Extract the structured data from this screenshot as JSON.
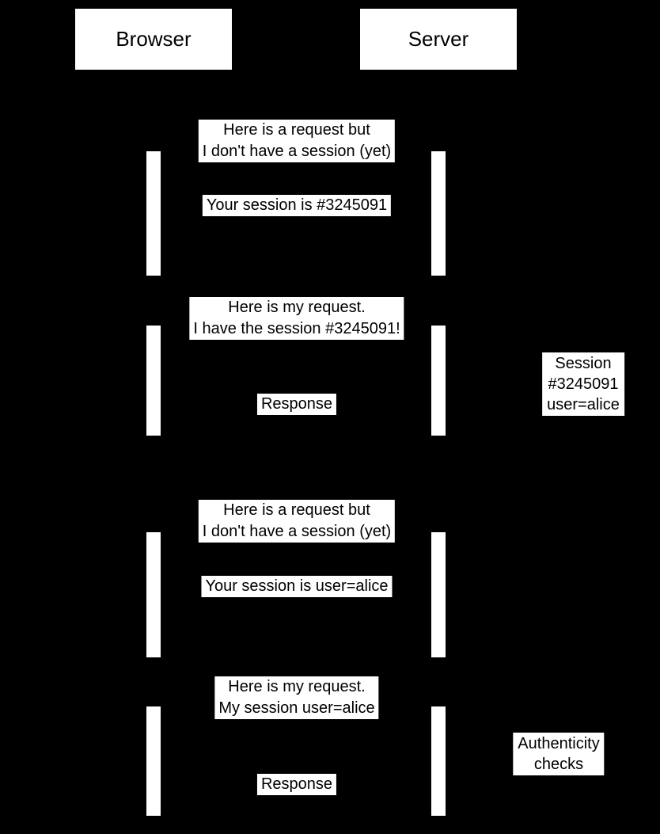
{
  "colors": {
    "background": "#000000",
    "box_fill": "#ffffff",
    "box_text": "#000000"
  },
  "diagram_type": "sequence-diagram",
  "actors": [
    {
      "label": "Browser"
    },
    {
      "label": "Server"
    }
  ],
  "messages": [
    {
      "from": "Browser",
      "to": "Server",
      "text": "Here is a request but\nI don't have a session (yet)"
    },
    {
      "from": "Server",
      "to": "Browser",
      "text": "Your session is #3245091"
    },
    {
      "from": "Browser",
      "to": "Server",
      "text": "Here is my request.\nI have the session #3245091!"
    },
    {
      "from": "Server",
      "to": "Browser",
      "text": "Response"
    },
    {
      "from": "Browser",
      "to": "Server",
      "text": "Here is a request but\nI don't have a session (yet)"
    },
    {
      "from": "Server",
      "to": "Browser",
      "text": "Your session is user=alice"
    },
    {
      "from": "Browser",
      "to": "Server",
      "text": "Here is my request.\nMy session user=alice"
    },
    {
      "from": "Server",
      "to": "Browser",
      "text": "Response"
    }
  ],
  "notes": [
    {
      "side": "right-of-server",
      "text": "Session #3245091\nuser=alice"
    },
    {
      "side": "right-of-server",
      "text": "Authenticity\nchecks"
    }
  ]
}
